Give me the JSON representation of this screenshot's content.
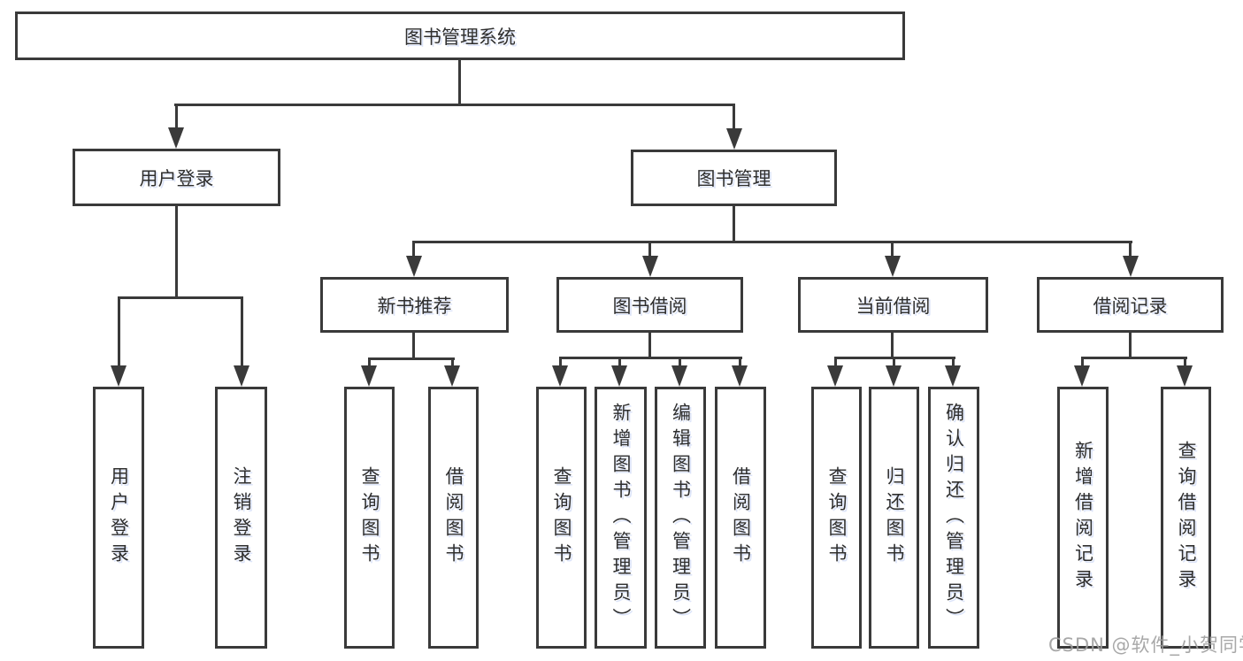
{
  "diagram": {
    "root": "图书管理系统",
    "branches": [
      {
        "label": "用户登录",
        "children": [
          "用户登录",
          "注销登录"
        ]
      },
      {
        "label": "图书管理",
        "sections": [
          {
            "label": "新书推荐",
            "children": [
              "查询图书",
              "借阅图书"
            ]
          },
          {
            "label": "图书借阅",
            "children": [
              "查询图书",
              "新增图书（管理员）",
              "编辑图书（管理员）",
              "借阅图书"
            ]
          },
          {
            "label": "当前借阅",
            "children": [
              "查询图书",
              "归还图书",
              "确认归还（管理员）"
            ]
          },
          {
            "label": "借阅记录",
            "children": [
              "新增借阅记录",
              "查询借阅记录"
            ]
          }
        ]
      }
    ]
  },
  "watermark": "CSDN @软件_小贺同学",
  "colors": {
    "line": "#3a3a3a",
    "box_border": "#3a3a3a",
    "text": "#2e2e2e",
    "watermark": "#9e9e9e",
    "background": "#ffffff"
  }
}
